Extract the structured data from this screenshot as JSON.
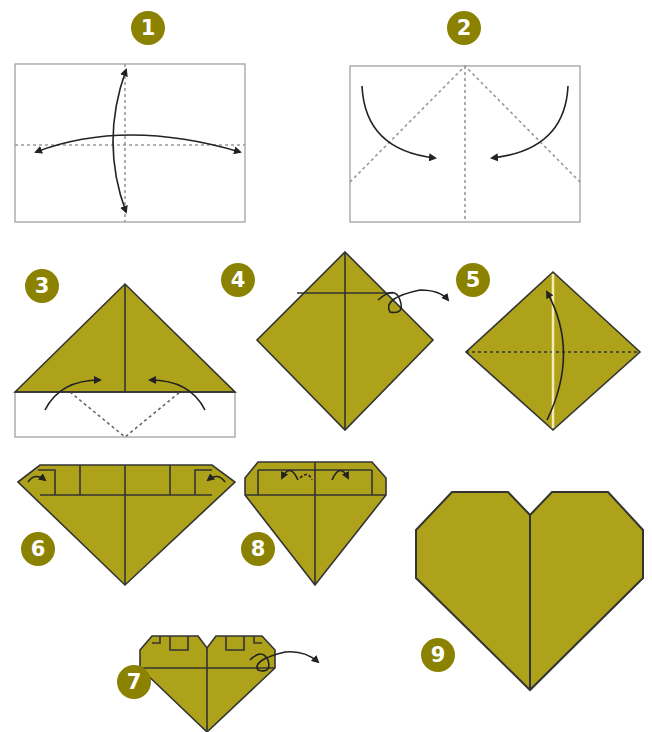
{
  "diagram": {
    "labels": [
      "1",
      "2",
      "3",
      "4",
      "5",
      "6",
      "8",
      "9",
      "7"
    ]
  }
}
